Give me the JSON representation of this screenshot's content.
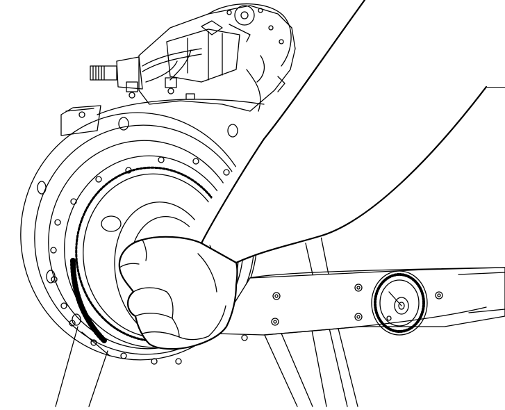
{
  "figure": {
    "style": "black line art on white",
    "stroke_color": "#000000",
    "background_color": "#ffffff",
    "components": [
      "transmission-housing",
      "bolted-flange-ring",
      "internal-ring-gear",
      "hub-bore",
      "technician-arm",
      "technician-hand",
      "torque-wrench",
      "torque-dial-gauge",
      "support-stand"
    ]
  }
}
